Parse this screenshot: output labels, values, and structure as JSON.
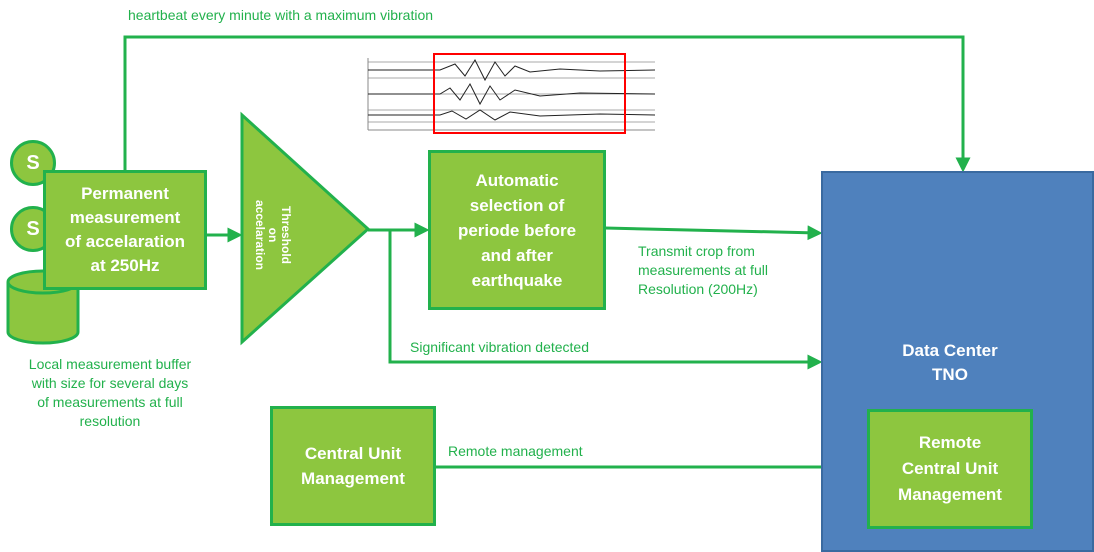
{
  "heartbeat_label": "heartbeat  every minute with a  maximum vibration",
  "sensors": [
    {
      "label": "S"
    },
    {
      "label": "S"
    }
  ],
  "permanent_box": {
    "lines": [
      "Permanent",
      "measurement",
      "of accelaration",
      "at 250Hz"
    ]
  },
  "threshold": {
    "lines": [
      "Threshold",
      "on",
      "accelaration"
    ]
  },
  "automatic_box": {
    "lines": [
      "Automatic",
      "selection of",
      "periode before",
      "and after",
      "earthquake"
    ]
  },
  "transmit_label": {
    "lines": [
      "Transmit crop from",
      "measurements at full",
      "Resolution (200Hz)"
    ]
  },
  "significant_label": "Significant vibration detected",
  "buffer_label": {
    "lines": [
      "Local measurement buffer",
      "with size for  several days",
      "of measurements at full",
      "resolution"
    ]
  },
  "central_unit_box": {
    "lines": [
      "Central Unit",
      "Management"
    ]
  },
  "remote_mgmt_label": "Remote management",
  "data_center": {
    "lines": [
      "Data Center",
      "TNO"
    ]
  },
  "remote_box": {
    "lines": [
      "Remote",
      "Central Unit",
      "Management"
    ]
  },
  "colors": {
    "box_fill": "#8dc63f",
    "border_green": "#22b14c",
    "data_center": "#4f81bd",
    "highlight": "#ff0000"
  }
}
